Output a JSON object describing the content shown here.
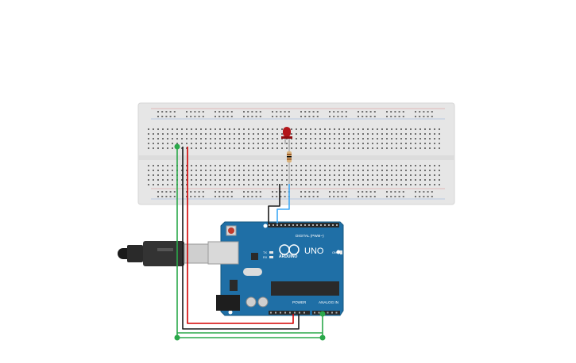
{
  "board": {
    "brand_text": "ARDUINO",
    "model_text": "UNO",
    "digital_label": "DIGITAL (PWM~)",
    "power_label": "POWER",
    "analog_label": "ANALOG IN",
    "tx_label": "TX",
    "rx_label": "RX",
    "on_label": "ON"
  },
  "colors": {
    "board": "#1f6fa6",
    "breadboard": "#e6e6e6",
    "wire_red": "#d40000",
    "wire_black": "#1a1a1a",
    "wire_green": "#2aa84a",
    "wire_blue": "#3fa9f5",
    "led": "#b3161a"
  }
}
